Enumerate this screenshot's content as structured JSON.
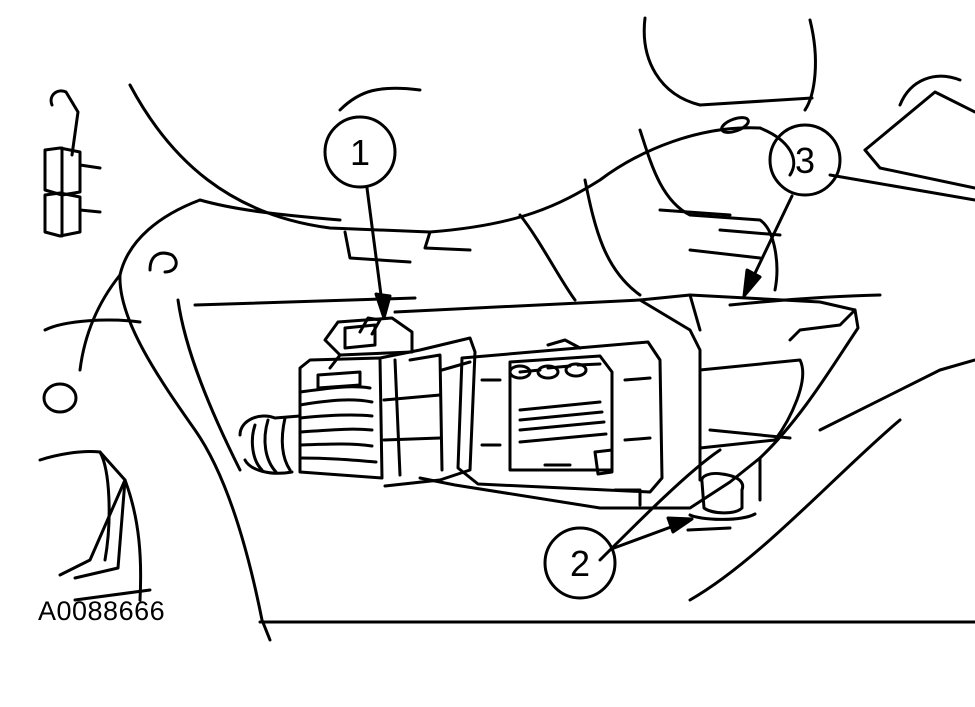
{
  "figure_id": "A0088666",
  "callouts": [
    {
      "number": "1"
    },
    {
      "number": "2"
    },
    {
      "number": "3"
    }
  ]
}
